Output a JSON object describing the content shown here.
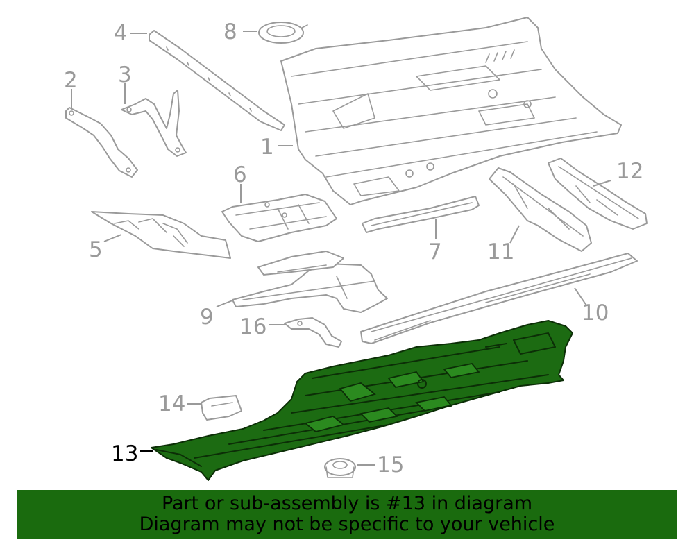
{
  "callouts": {
    "c1": "1",
    "c2": "2",
    "c3": "3",
    "c4": "4",
    "c5": "5",
    "c6": "6",
    "c7": "7",
    "c8": "8",
    "c9": "9",
    "c10": "10",
    "c11": "11",
    "c12": "12",
    "c13": "13",
    "c14": "14",
    "c15": "15",
    "c16": "16"
  },
  "highlighted_part": "13",
  "colors": {
    "highlight": "#1c6b12",
    "banner": "#1a6b0e",
    "line_gray": "#9a9a9a"
  },
  "banner": {
    "line1": "Part or sub-assembly is #13 in diagram",
    "line2": "Diagram may not be specific to your vehicle"
  }
}
